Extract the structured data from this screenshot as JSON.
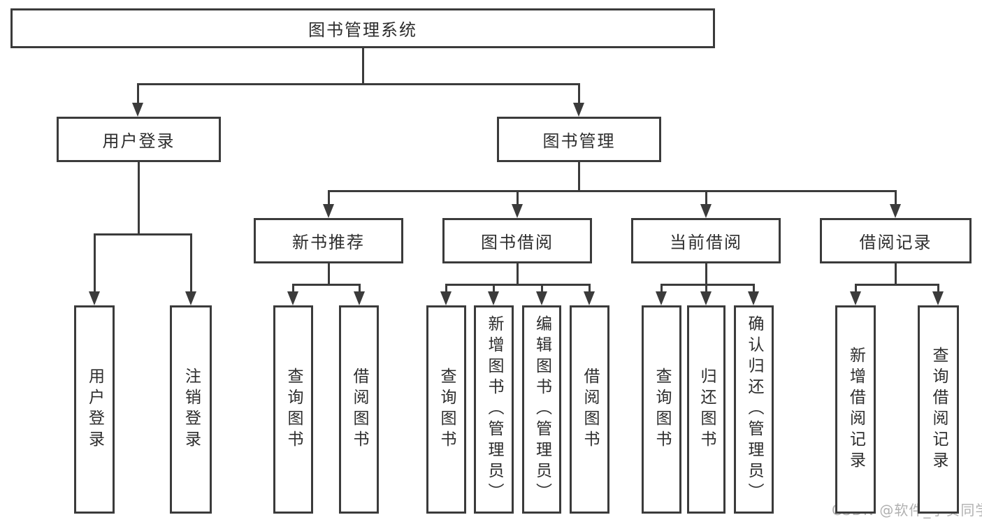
{
  "title": "图书管理系统",
  "watermark": "CSDN @软件_小贺同学",
  "colors": {
    "line": "#3b3b3b",
    "text": "#2d2d2d",
    "box_background": "#ffffff",
    "page_background": "#ffffff",
    "watermark": "#b0b0b0"
  },
  "nodes": {
    "root": {
      "label": "图书管理系统",
      "level": 1,
      "parent": null
    },
    "user-login": {
      "label": "用户登录",
      "level": 2,
      "parent": "root"
    },
    "book-management": {
      "label": "图书管理",
      "level": 2,
      "parent": "root"
    },
    "new-book-recommend": {
      "label": "新书推荐",
      "level": 3,
      "parent": "book-management"
    },
    "book-borrow": {
      "label": "图书借阅",
      "level": 3,
      "parent": "book-management"
    },
    "current-borrow": {
      "label": "当前借阅",
      "level": 3,
      "parent": "book-management"
    },
    "borrow-records": {
      "label": "借阅记录",
      "level": 3,
      "parent": "book-management"
    },
    "leaf-user-login": {
      "label": "用户登录",
      "level": 4,
      "parent": "user-login"
    },
    "leaf-logout": {
      "label": "注销登录",
      "level": 4,
      "parent": "user-login"
    },
    "leaf-query-books-recommend": {
      "label": "查询图书",
      "level": 4,
      "parent": "new-book-recommend"
    },
    "leaf-borrow-books-recommend": {
      "label": "借阅图书",
      "level": 4,
      "parent": "new-book-recommend"
    },
    "leaf-query-books-borrow": {
      "label": "查询图书",
      "level": 4,
      "parent": "book-borrow"
    },
    "leaf-add-books-admin": {
      "label": "新增图书（管理员）",
      "level": 4,
      "parent": "book-borrow"
    },
    "leaf-edit-books-admin": {
      "label": "编辑图书（管理员）",
      "level": 4,
      "parent": "book-borrow"
    },
    "leaf-borrow-books": {
      "label": "借阅图书",
      "level": 4,
      "parent": "book-borrow"
    },
    "leaf-query-books-current": {
      "label": "查询图书",
      "level": 4,
      "parent": "current-borrow"
    },
    "leaf-return-books": {
      "label": "归还图书",
      "level": 4,
      "parent": "current-borrow"
    },
    "leaf-confirm-return-admin": {
      "label": "确认归还（管理员）",
      "level": 4,
      "parent": "current-borrow"
    },
    "leaf-add-borrow-record": {
      "label": "新增借阅记录",
      "level": 4,
      "parent": "borrow-records"
    },
    "leaf-query-borrow-record": {
      "label": "查询借阅记录",
      "level": 4,
      "parent": "borrow-records"
    }
  }
}
